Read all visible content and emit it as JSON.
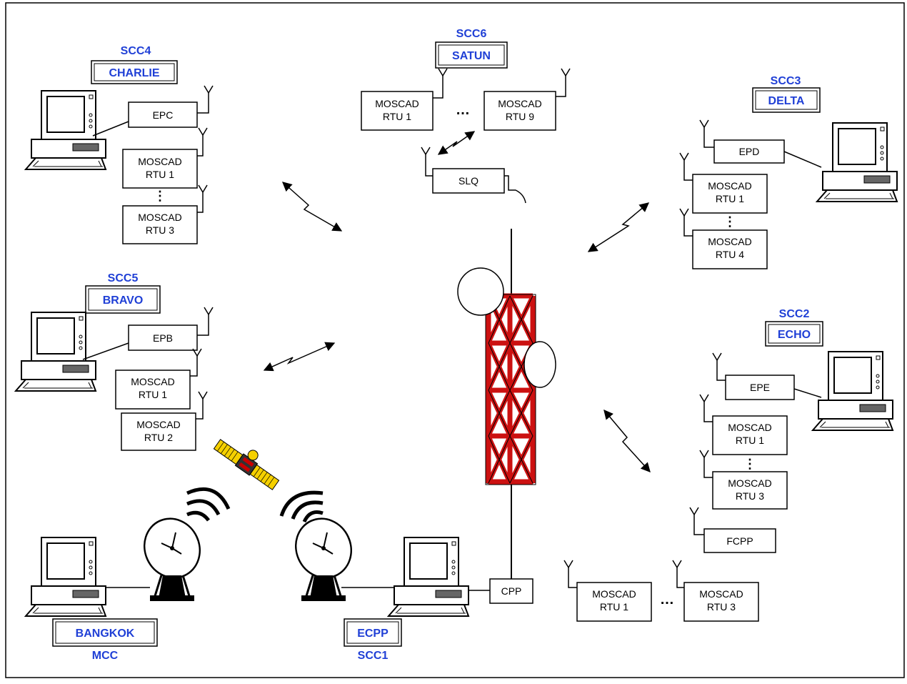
{
  "sites": {
    "scc4": {
      "code": "SCC4",
      "name": "CHARLIE",
      "ep": "EPC",
      "rtu_a_line1": "MOSCAD",
      "rtu_a_line2": "RTU 1",
      "rtu_b_line1": "MOSCAD",
      "rtu_b_line2": "RTU 3",
      "ellipsis": "⋮"
    },
    "scc5": {
      "code": "SCC5",
      "name": "BRAVO",
      "ep": "EPB",
      "rtu_a_line1": "MOSCAD",
      "rtu_a_line2": "RTU 1",
      "rtu_b_line1": "MOSCAD",
      "rtu_b_line2": "RTU 2"
    },
    "scc6": {
      "code": "SCC6",
      "name": "SATUN",
      "rtu_a_line1": "MOSCAD",
      "rtu_a_line2": "RTU 1",
      "rtu_b_line1": "MOSCAD",
      "rtu_b_line2": "RTU 9",
      "ellipsis": "…",
      "slq": "SLQ"
    },
    "scc3": {
      "code": "SCC3",
      "name": "DELTA",
      "ep": "EPD",
      "rtu_a_line1": "MOSCAD",
      "rtu_a_line2": "RTU 1",
      "rtu_b_line1": "MOSCAD",
      "rtu_b_line2": "RTU 4",
      "ellipsis": "⋮"
    },
    "scc2": {
      "code": "SCC2",
      "name": "ECHO",
      "ep": "EPE",
      "rtu_a_line1": "MOSCAD",
      "rtu_a_line2": "RTU 1",
      "rtu_b_line1": "MOSCAD",
      "rtu_b_line2": "RTU 3",
      "ellipsis": "⋮",
      "fcpp": "FCPP"
    },
    "mcc": {
      "name": "BANGKOK",
      "code": "MCC"
    },
    "scc1": {
      "name": "ECPP",
      "code": "SCC1",
      "cpp": "CPP",
      "rtu_a_line1": "MOSCAD",
      "rtu_a_line2": "RTU 1",
      "rtu_b_line1": "MOSCAD",
      "rtu_b_line2": "RTU 3",
      "ellipsis": "…"
    }
  },
  "colors": {
    "accent": "#1f3fd6",
    "tower": "#cc1111"
  }
}
